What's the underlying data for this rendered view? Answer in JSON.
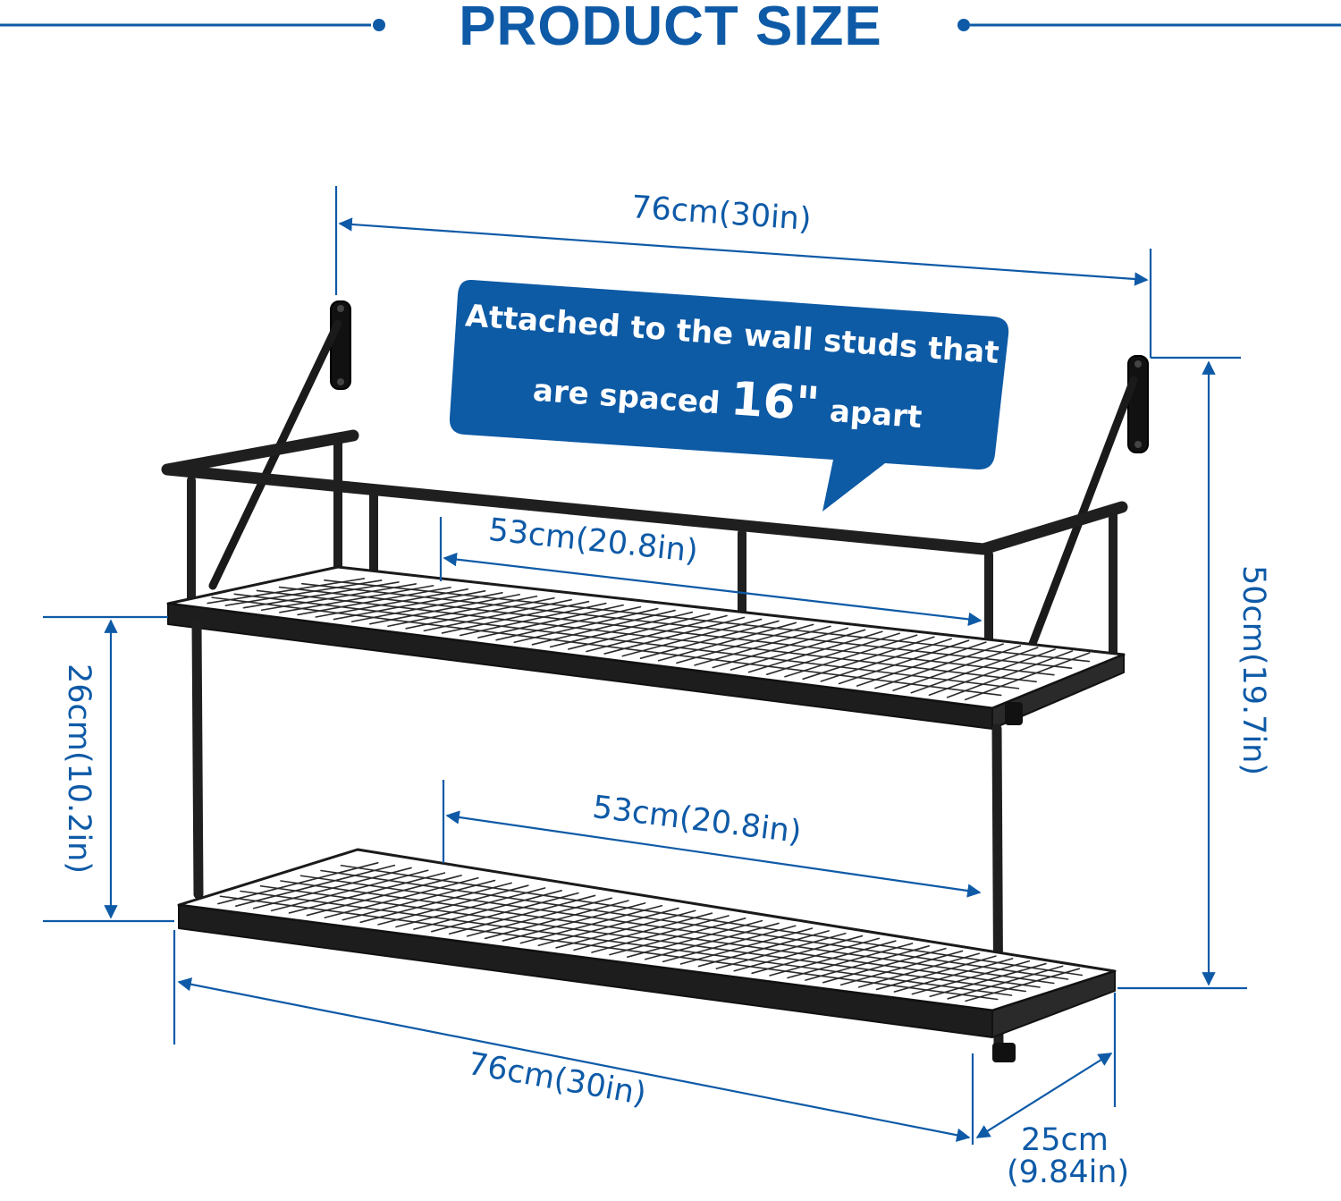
{
  "title": "PRODUCT SIZE",
  "callout": {
    "line1": "Attached to the wall studs that",
    "line2_pre": "are spaced ",
    "line2_emph": "16\"",
    "line2_post": " apart"
  },
  "dimensions": {
    "top_width": "76cm(30in)",
    "top_inner_width": "53cm(20.8in)",
    "bottom_inner_width": "53cm(20.8in)",
    "bottom_width": "76cm(30in)",
    "shelf_spacing": "26cm(10.2in)",
    "total_height": "50cm(19.7in)",
    "depth_cm": "25cm",
    "depth_in": "(9.84in)"
  },
  "colors": {
    "accent": "#0e5aa7",
    "callout_bg": "#0d5aa5",
    "frame": "#1a1a1a",
    "mesh": "#2a2a2a"
  }
}
